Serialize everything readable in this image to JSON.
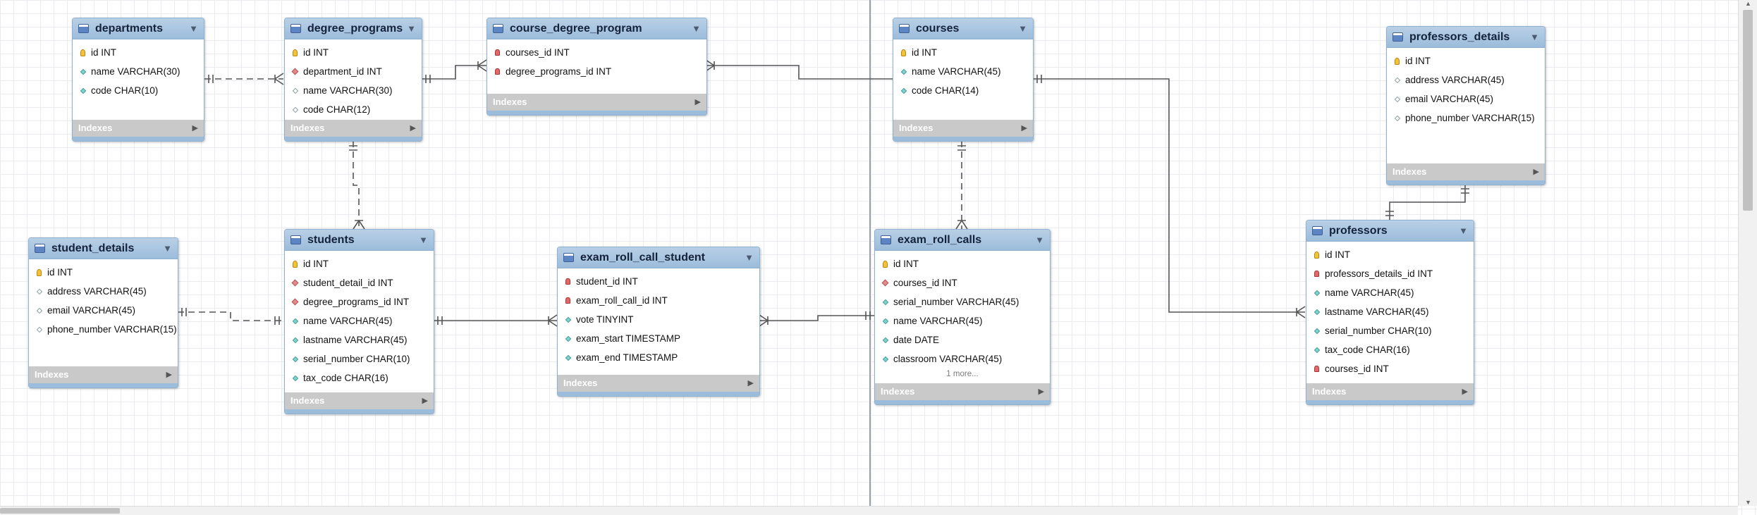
{
  "tables": {
    "departments": {
      "name": "departments",
      "footer": "Indexes",
      "columns": [
        {
          "text": "id INT",
          "kind": "pk"
        },
        {
          "text": "name VARCHAR(30)",
          "kind": "attr"
        },
        {
          "text": "code CHAR(10)",
          "kind": "attr"
        }
      ]
    },
    "degree_programs": {
      "name": "degree_programs",
      "footer": "Indexes",
      "columns": [
        {
          "text": "id INT",
          "kind": "pk"
        },
        {
          "text": "department_id INT",
          "kind": "fkattr"
        },
        {
          "text": "name VARCHAR(30)",
          "kind": "nattr"
        },
        {
          "text": "code CHAR(12)",
          "kind": "nattr"
        }
      ]
    },
    "course_degree_program": {
      "name": "course_degree_program",
      "footer": "Indexes",
      "columns": [
        {
          "text": "courses_id INT",
          "kind": "fk"
        },
        {
          "text": "degree_programs_id INT",
          "kind": "fk"
        }
      ]
    },
    "courses": {
      "name": "courses",
      "footer": "Indexes",
      "columns": [
        {
          "text": "id INT",
          "kind": "pk"
        },
        {
          "text": "name VARCHAR(45)",
          "kind": "attr"
        },
        {
          "text": "code CHAR(14)",
          "kind": "attr"
        }
      ]
    },
    "professors_details": {
      "name": "professors_details",
      "footer": "Indexes",
      "columns": [
        {
          "text": "id INT",
          "kind": "pk"
        },
        {
          "text": "address VARCHAR(45)",
          "kind": "nattr"
        },
        {
          "text": "email VARCHAR(45)",
          "kind": "nattr"
        },
        {
          "text": "phone_number VARCHAR(15)",
          "kind": "nattr"
        }
      ]
    },
    "student_details": {
      "name": "student_details",
      "footer": "Indexes",
      "columns": [
        {
          "text": "id INT",
          "kind": "pk"
        },
        {
          "text": "address VARCHAR(45)",
          "kind": "nattr"
        },
        {
          "text": "email VARCHAR(45)",
          "kind": "nattr"
        },
        {
          "text": "phone_number VARCHAR(15)",
          "kind": "nattr"
        }
      ]
    },
    "students": {
      "name": "students",
      "footer": "Indexes",
      "columns": [
        {
          "text": "id INT",
          "kind": "pk"
        },
        {
          "text": "student_detail_id INT",
          "kind": "fkattr"
        },
        {
          "text": "degree_programs_id INT",
          "kind": "fkattr"
        },
        {
          "text": "name VARCHAR(45)",
          "kind": "attr"
        },
        {
          "text": "lastname VARCHAR(45)",
          "kind": "attr"
        },
        {
          "text": "serial_number CHAR(10)",
          "kind": "attr"
        },
        {
          "text": "tax_code CHAR(16)",
          "kind": "attr"
        }
      ]
    },
    "exam_roll_call_student": {
      "name": "exam_roll_call_student",
      "footer": "Indexes",
      "columns": [
        {
          "text": "student_id INT",
          "kind": "fk"
        },
        {
          "text": "exam_roll_call_id INT",
          "kind": "fk"
        },
        {
          "text": "vote TINYINT",
          "kind": "attr"
        },
        {
          "text": "exam_start TIMESTAMP",
          "kind": "attr"
        },
        {
          "text": "exam_end TIMESTAMP",
          "kind": "attr"
        }
      ]
    },
    "exam_roll_calls": {
      "name": "exam_roll_calls",
      "footer": "Indexes",
      "more": "1 more...",
      "columns": [
        {
          "text": "id INT",
          "kind": "pk"
        },
        {
          "text": "courses_id INT",
          "kind": "fkattr"
        },
        {
          "text": "serial_number VARCHAR(45)",
          "kind": "attr"
        },
        {
          "text": "name VARCHAR(45)",
          "kind": "attr"
        },
        {
          "text": "date DATE",
          "kind": "attr"
        },
        {
          "text": "classroom VARCHAR(45)",
          "kind": "attr"
        }
      ]
    },
    "professors": {
      "name": "professors",
      "footer": "Indexes",
      "columns": [
        {
          "text": "id INT",
          "kind": "pk"
        },
        {
          "text": "professors_details_id INT",
          "kind": "fk"
        },
        {
          "text": "name VARCHAR(45)",
          "kind": "attr"
        },
        {
          "text": "lastname VARCHAR(45)",
          "kind": "attr"
        },
        {
          "text": "serial_number CHAR(10)",
          "kind": "attr"
        },
        {
          "text": "tax_code CHAR(16)",
          "kind": "attr"
        },
        {
          "text": "courses_id INT",
          "kind": "fk"
        }
      ]
    }
  },
  "relationships": [
    {
      "from": "departments",
      "to": "degree_programs",
      "cardinality": "one-to-many",
      "identifying": false
    },
    {
      "from": "degree_programs",
      "to": "course_degree_program",
      "cardinality": "one-to-many",
      "identifying": true
    },
    {
      "from": "courses",
      "to": "course_degree_program",
      "cardinality": "one-to-many",
      "identifying": true
    },
    {
      "from": "courses",
      "to": "professors",
      "cardinality": "one-to-many",
      "identifying": true
    },
    {
      "from": "degree_programs",
      "to": "students",
      "cardinality": "one-to-many",
      "identifying": false
    },
    {
      "from": "student_details",
      "to": "students",
      "cardinality": "one-to-one",
      "identifying": false
    },
    {
      "from": "students",
      "to": "exam_roll_call_student",
      "cardinality": "one-to-many",
      "identifying": true
    },
    {
      "from": "exam_roll_calls",
      "to": "exam_roll_call_student",
      "cardinality": "one-to-many",
      "identifying": true
    },
    {
      "from": "courses",
      "to": "exam_roll_calls",
      "cardinality": "one-to-many",
      "identifying": false
    },
    {
      "from": "professors_details",
      "to": "professors",
      "cardinality": "one-to-one",
      "identifying": true
    }
  ],
  "colors": {
    "header": "#9cbcdb",
    "footer": "#c9c9c9",
    "connector": "#555555",
    "grid": "#e9ecf0"
  }
}
